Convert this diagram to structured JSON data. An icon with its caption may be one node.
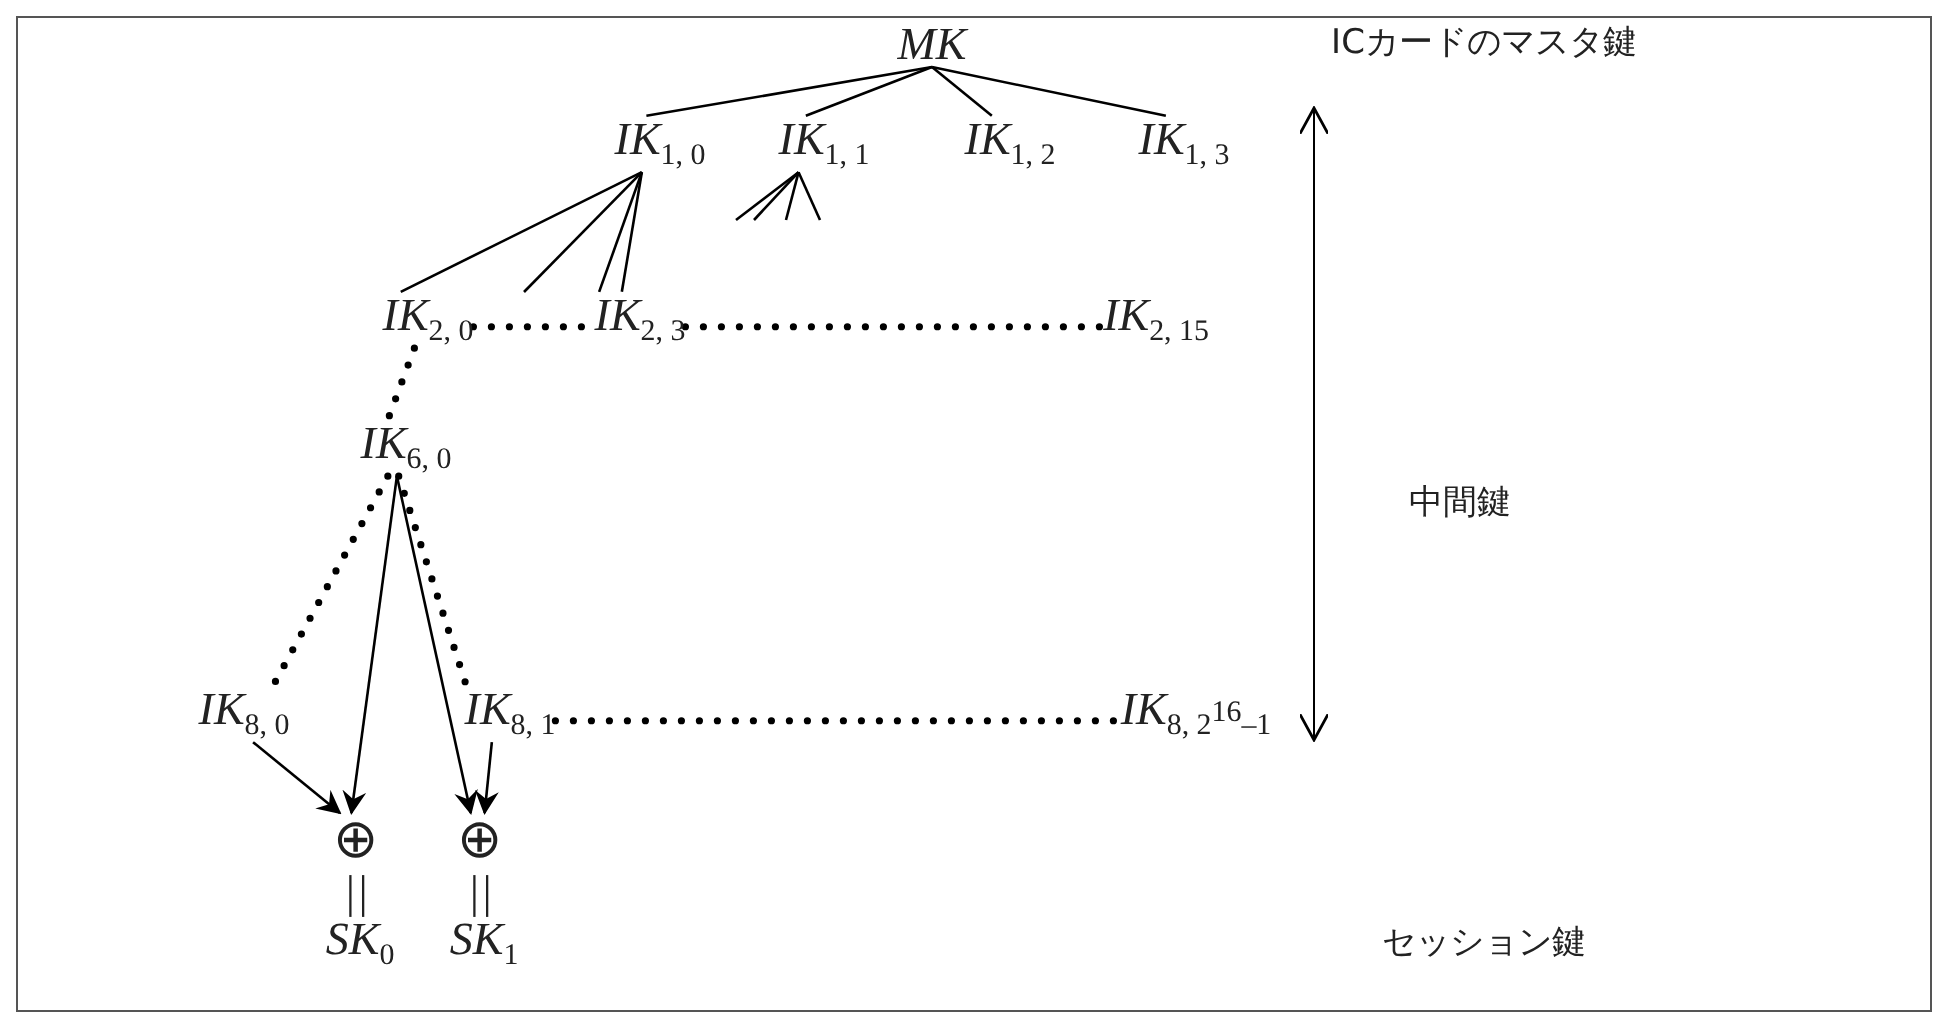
{
  "diagram": {
    "nodes": [
      {
        "text": [
          "MK"
        ]
      },
      {
        "text": [
          "IK$_{1, 0}$"
        ]
      },
      {
        "text": [
          "IK$_{1, 1}$"
        ]
      },
      {
        "text": [
          "IK$_{1, 2}$"
        ]
      },
      {
        "text": [
          "IK$_{1, 3}$"
        ]
      },
      {
        "text": [
          "IK$_{2, 0}$"
        ]
      },
      {
        "text": [
          "IK$_{2, 3}$"
        ]
      },
      {
        "text": [
          "IK$_{2, 15}$"
        ]
      },
      {
        "text": [
          "IK$_{6, 0}$"
        ]
      },
      {
        "text": [
          "IK$_{8, 0}$"
        ]
      },
      {
        "text": [
          "IK$_{8, 1}$"
        ]
      },
      {
        "text": [
          "IK$_{8, 2}$$^{16}$$_{–1}$"
        ]
      },
      {
        "text": [
          "⊕"
        ]
      },
      {
        "text": [
          "⊕"
        ]
      }
    ],
    "edges": [
      {
        "from": 0,
        "to": 1,
        "arrow": "none"
      },
      {
        "from": 0,
        "to": 2,
        "arrow": "none"
      },
      {
        "from": 0,
        "to": 3,
        "arrow": "none"
      },
      {
        "from": 0,
        "to": 4,
        "arrow": "none"
      },
      {
        "from": 1,
        "to": 5,
        "arrow": "none"
      },
      {
        "from": 1,
        "to": null,
        "arrow": "none"
      },
      {
        "from": 1,
        "to": 6,
        "arrow": "none"
      },
      {
        "from": 1,
        "to": 6,
        "arrow": "none"
      },
      {
        "from": 2,
        "to": null,
        "arrow": "none"
      },
      {
        "from": 2,
        "to": null,
        "arrow": "none"
      },
      {
        "from": 2,
        "to": null,
        "arrow": "none"
      },
      {
        "from": 2,
        "to": null,
        "arrow": "none"
      },
      {
        "from": 5,
        "to": 6,
        "arrow": "none",
        "style": "dashed"
      },
      {
        "from": 6,
        "to": 7,
        "arrow": "none",
        "style": "dashed"
      },
      {
        "from": 5,
        "to": 8,
        "arrow": "none",
        "style": "dashed"
      },
      {
        "from": 8,
        "to": 9,
        "arrow": "none",
        "style": "dashed"
      },
      {
        "from": 8,
        "to": 10,
        "arrow": "none",
        "style": "dashed"
      },
      {
        "from": 10,
        "to": 11,
        "arrow": "none",
        "style": "dashed"
      },
      {
        "from": 8,
        "to": 12,
        "arrow": "to"
      },
      {
        "from": 8,
        "to": 13,
        "arrow": "to"
      },
      {
        "from": 9,
        "to": 12,
        "arrow": "to"
      },
      {
        "from": 10,
        "to": 13,
        "arrow": "to"
      }
    ],
    "labels": [
      "ICカードのマスタ鍵",
      "中間鍵",
      "||",
      "||",
      "SK$_{0}$",
      "SK$_{1}$",
      "セッション鍵"
    ]
  }
}
